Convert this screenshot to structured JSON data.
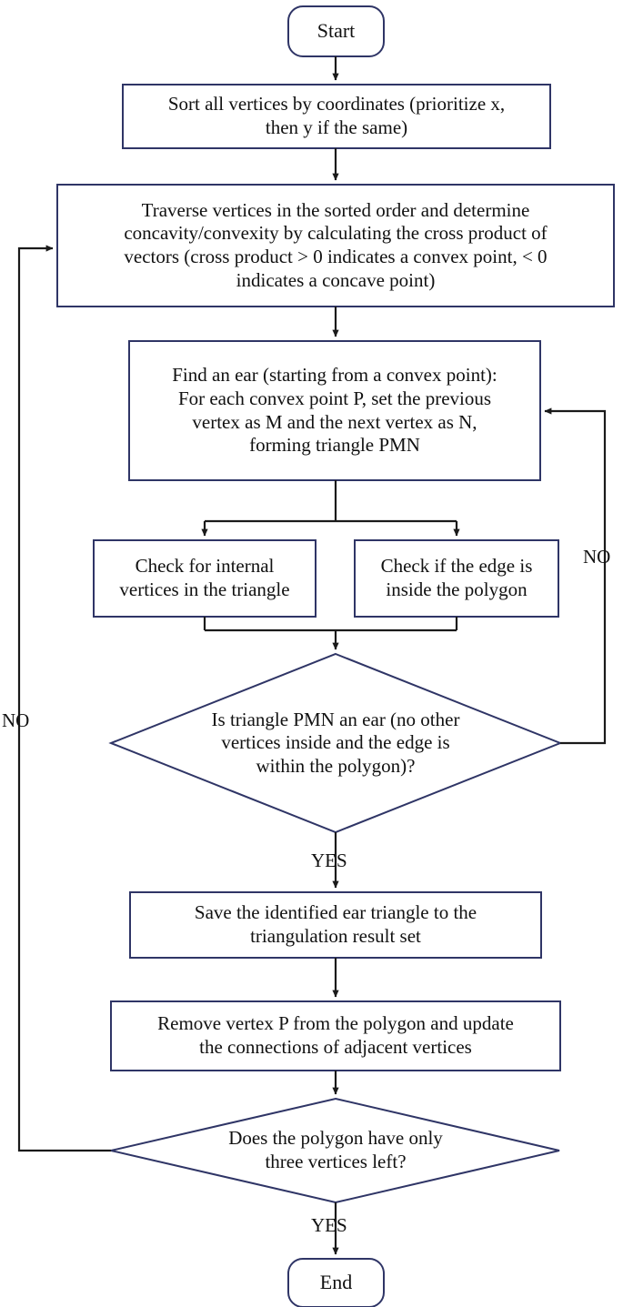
{
  "diagram": {
    "title": "Polygon ear-clipping triangulation flowchart",
    "type": "flowchart",
    "colors": {
      "node_border": "#2f3566",
      "connector": "#1a1a1a",
      "node_fill": "#ffffff",
      "text": "#111111",
      "background": "#ffffff"
    },
    "nodes": [
      {
        "id": "start",
        "shape": "terminator",
        "label": "Start"
      },
      {
        "id": "sort",
        "shape": "process",
        "label": "Sort all vertices by coordinates (prioritize x,\nthen y if the same)"
      },
      {
        "id": "traverse",
        "shape": "process",
        "label": "Traverse vertices in the sorted order and determine\nconcavity/convexity by calculating the cross product of\nvectors (cross product > 0 indicates a convex point, < 0\nindicates a concave point)"
      },
      {
        "id": "find-ear",
        "shape": "process",
        "label": "Find an ear (starting from a convex point):\nFor each convex point P, set the previous\nvertex as M and the next vertex as N,\nforming triangle PMN"
      },
      {
        "id": "check-internal",
        "shape": "process",
        "label": "Check for internal\nvertices in the triangle"
      },
      {
        "id": "check-edge",
        "shape": "process",
        "label": "Check if the edge is\ninside the polygon"
      },
      {
        "id": "is-ear",
        "shape": "decision",
        "label": "Is triangle PMN an ear (no other\nvertices inside and the edge is\nwithin the polygon)?"
      },
      {
        "id": "save-ear",
        "shape": "process",
        "label": "Save the identified ear triangle to the\ntriangulation result set"
      },
      {
        "id": "remove-vertex",
        "shape": "process",
        "label": "Remove vertex P from the polygon and update\nthe connections of adjacent vertices"
      },
      {
        "id": "three-left",
        "shape": "decision",
        "label": "Does the polygon have only\nthree vertices left?"
      },
      {
        "id": "end",
        "shape": "terminator",
        "label": "End"
      }
    ],
    "edge_labels": {
      "is_ear_no": "NO",
      "is_ear_yes": "YES",
      "three_left_no": "NO",
      "three_left_yes": "YES"
    }
  }
}
